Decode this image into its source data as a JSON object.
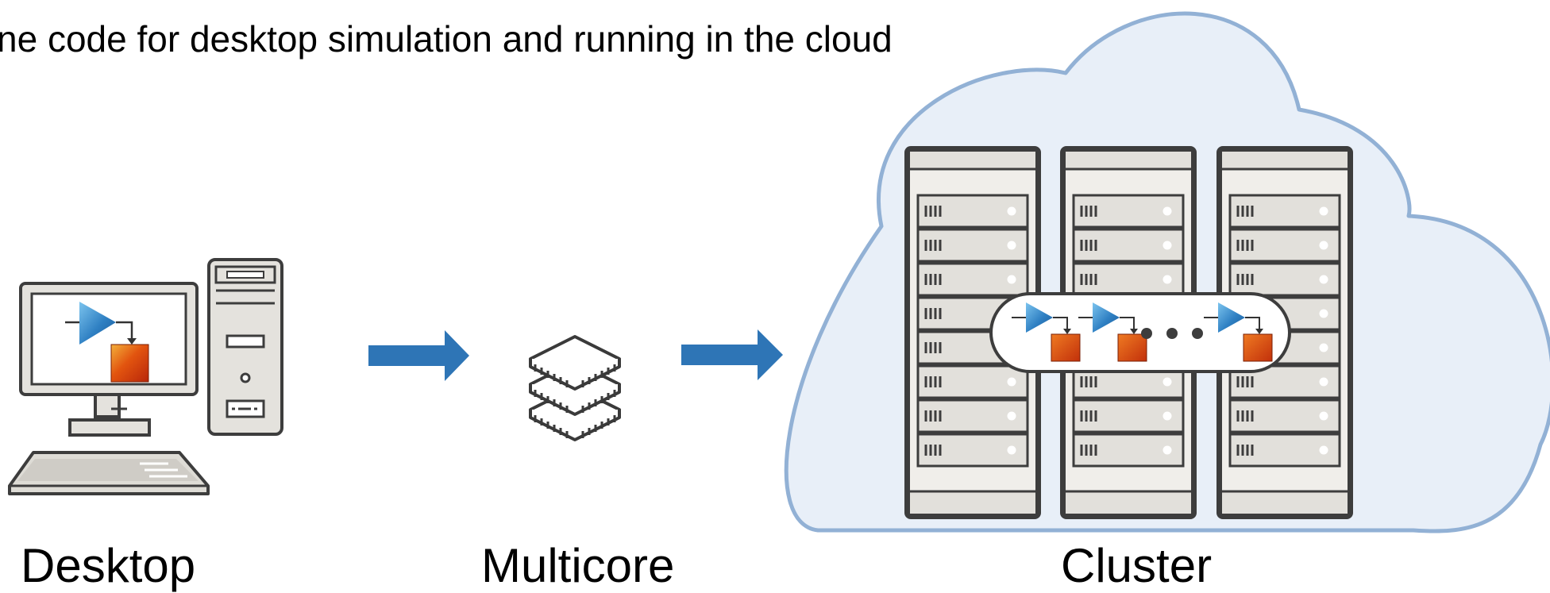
{
  "headline": "ne code for desktop simulation and running in the cloud",
  "labels": {
    "desktop": "Desktop",
    "multicore": "Multicore",
    "cluster": "Cluster"
  },
  "colors": {
    "arrow": "#2e75b6",
    "cloud_fill": "#e8eff8",
    "cloud_stroke": "#92b1d5",
    "rack_frame": "#3d3d3d",
    "rack_body": "#f0eeea",
    "server_unit": "#e2e0db",
    "amp_blue": "#2f80c3",
    "block_orange": "#e2540f",
    "chip_stroke": "#3a3a3a"
  },
  "icons": [
    "desktop-computer-icon",
    "amplifier-icon",
    "block-icon",
    "multicore-chip-icon",
    "server-rack-icon",
    "cloud-icon",
    "arrow-right-icon"
  ]
}
